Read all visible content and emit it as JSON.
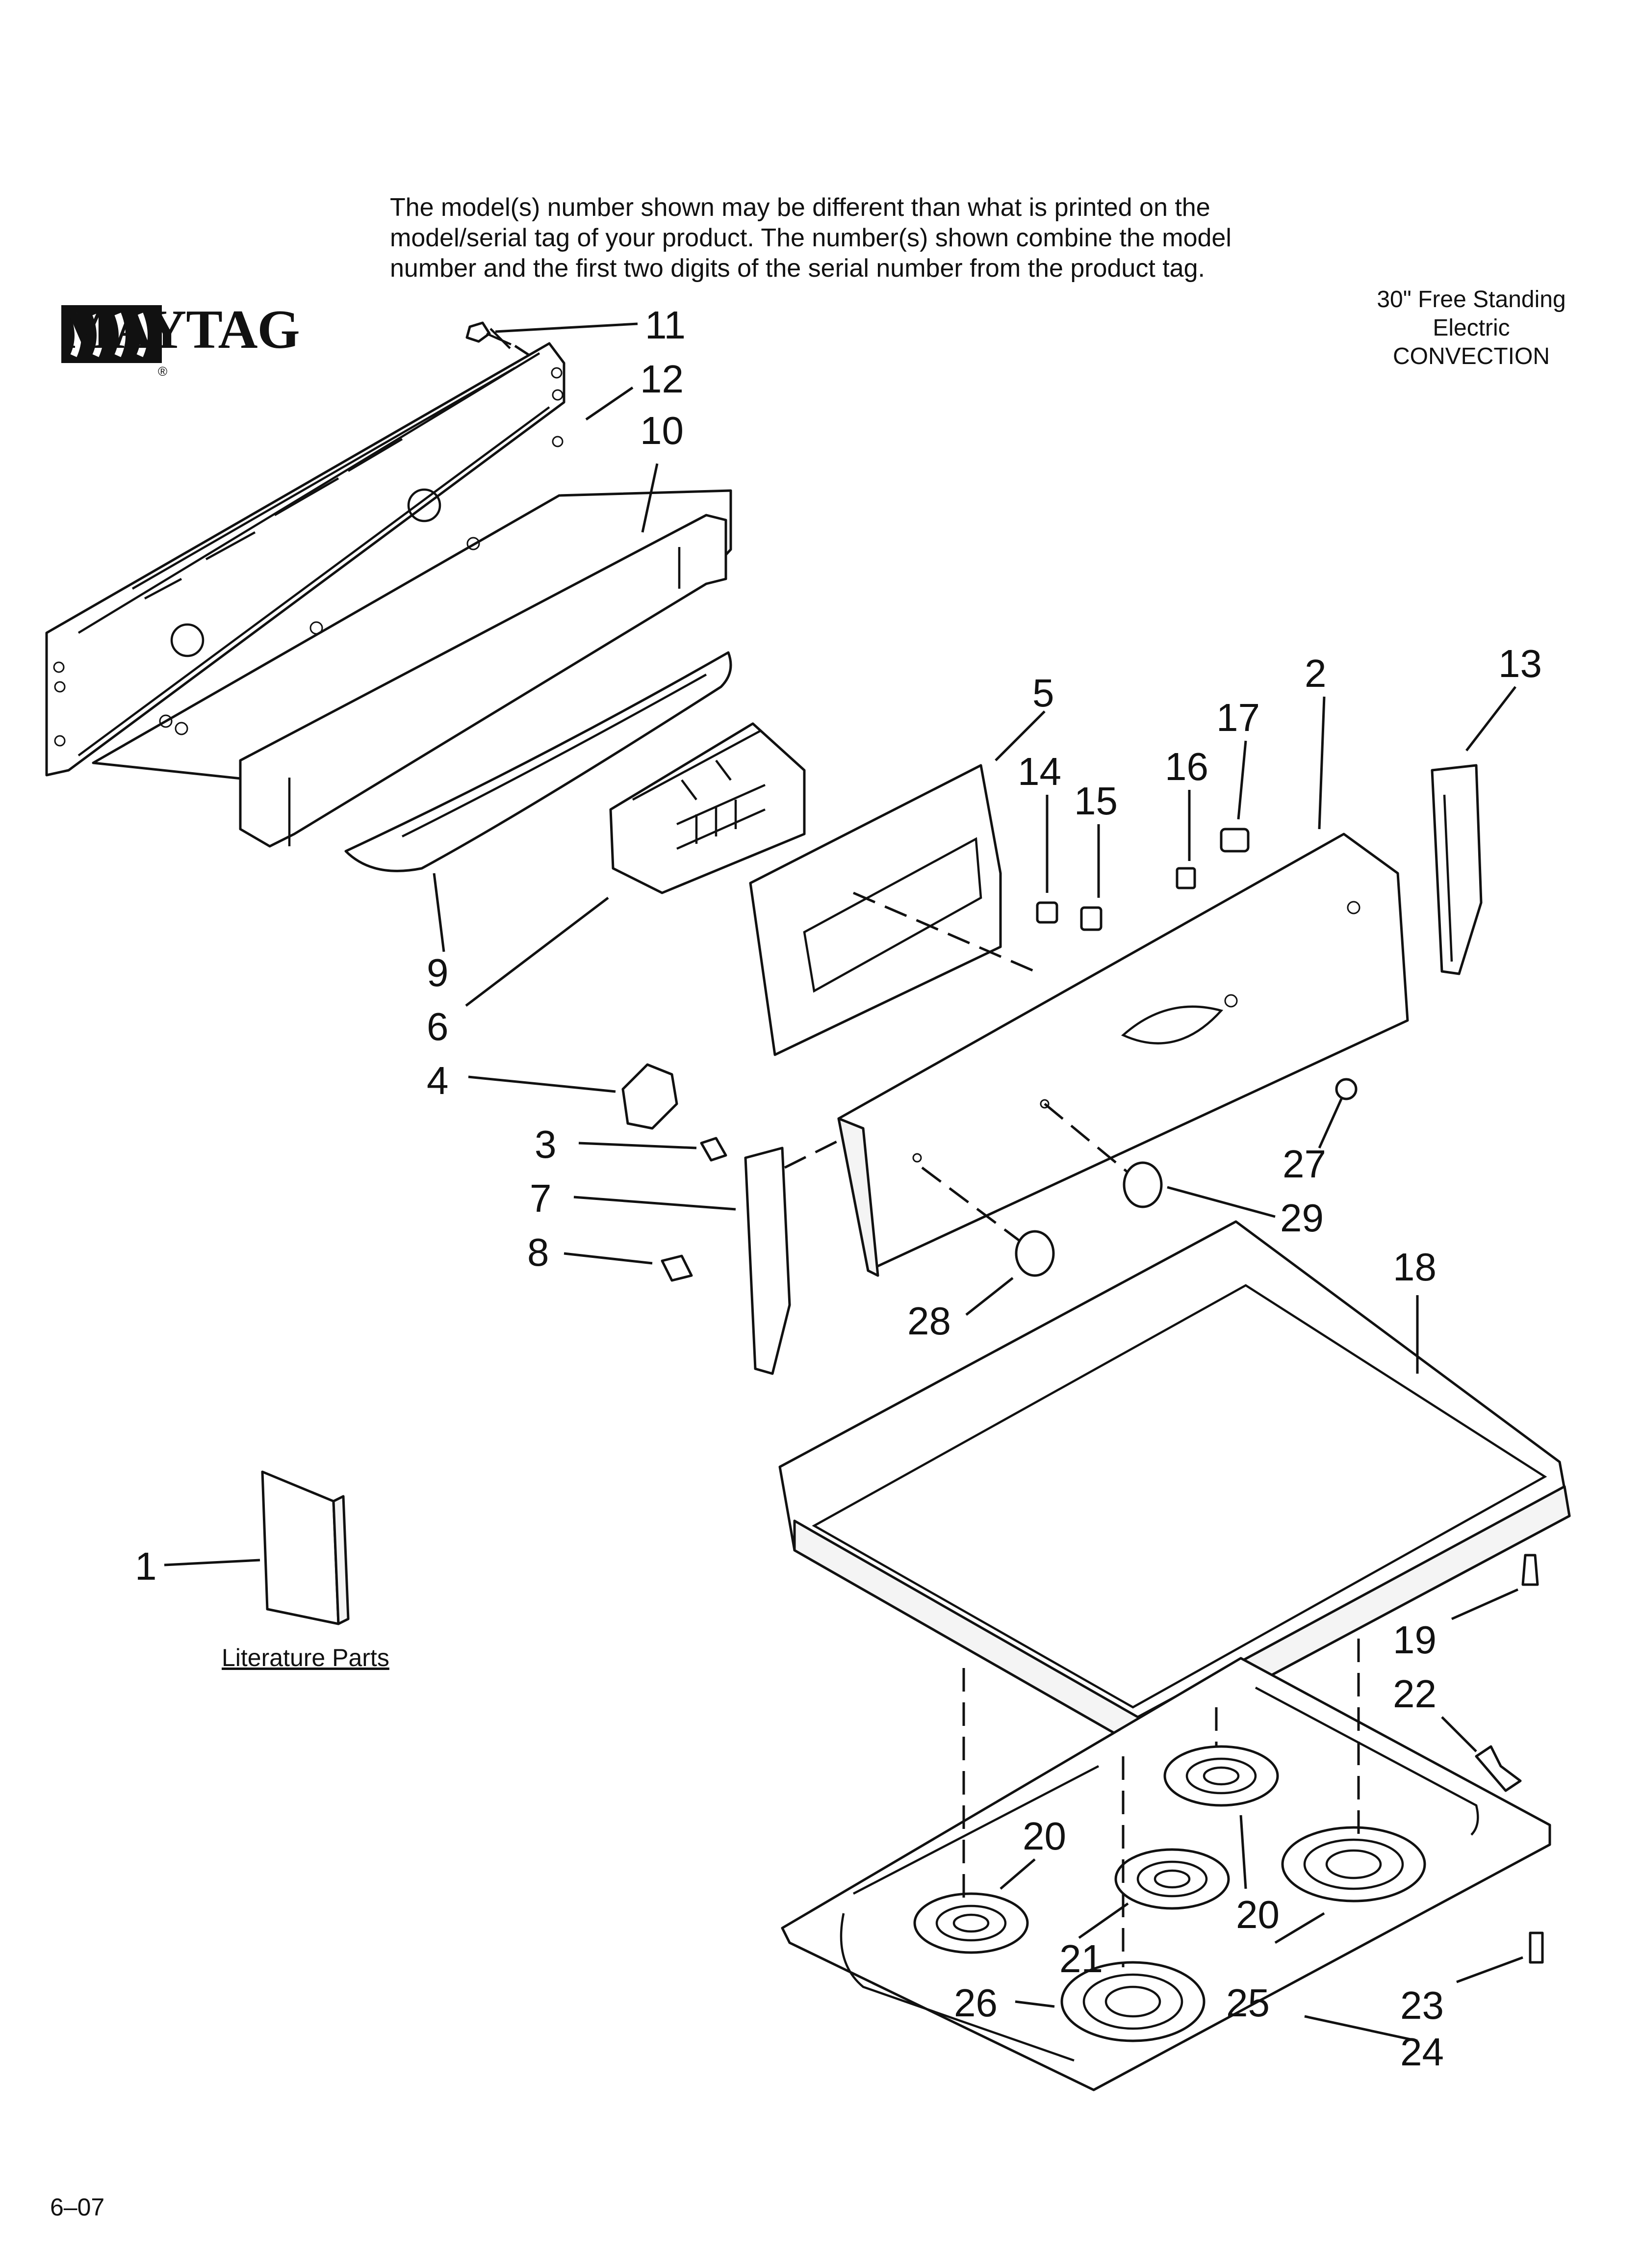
{
  "header": {
    "disclaimer_lines": [
      "The model(s) number shown may be different than what is printed on the",
      "model/serial tag of your product. The number(s) shown combine the model",
      "number and the first two digits of the serial number from the product tag."
    ],
    "product_type_lines": [
      "30\" Free Standing",
      "Electric",
      "CONVECTION"
    ]
  },
  "brand": {
    "name": "MAYTAG",
    "registered": "®"
  },
  "literature": {
    "label": "Literature Parts"
  },
  "footer": {
    "code": "6–07"
  },
  "callouts": [
    {
      "id": "c11",
      "label": "11"
    },
    {
      "id": "c12",
      "label": "12"
    },
    {
      "id": "c10",
      "label": "10"
    },
    {
      "id": "c9",
      "label": "9"
    },
    {
      "id": "c6",
      "label": "6"
    },
    {
      "id": "c5",
      "label": "5"
    },
    {
      "id": "c14",
      "label": "14"
    },
    {
      "id": "c15",
      "label": "15"
    },
    {
      "id": "c16",
      "label": "16"
    },
    {
      "id": "c17",
      "label": "17"
    },
    {
      "id": "c2",
      "label": "2"
    },
    {
      "id": "c13",
      "label": "13"
    },
    {
      "id": "c4",
      "label": "4"
    },
    {
      "id": "c3",
      "label": "3"
    },
    {
      "id": "c7",
      "label": "7"
    },
    {
      "id": "c8",
      "label": "8"
    },
    {
      "id": "c27",
      "label": "27"
    },
    {
      "id": "c29",
      "label": "29"
    },
    {
      "id": "c28",
      "label": "28"
    },
    {
      "id": "c18",
      "label": "18"
    },
    {
      "id": "c1",
      "label": "1"
    },
    {
      "id": "c19",
      "label": "19"
    },
    {
      "id": "c22",
      "label": "22"
    },
    {
      "id": "c20a",
      "label": "20"
    },
    {
      "id": "c21",
      "label": "21"
    },
    {
      "id": "c20b",
      "label": "20"
    },
    {
      "id": "c26",
      "label": "26"
    },
    {
      "id": "c25",
      "label": "25"
    },
    {
      "id": "c23",
      "label": "23"
    },
    {
      "id": "c24",
      "label": "24"
    }
  ]
}
